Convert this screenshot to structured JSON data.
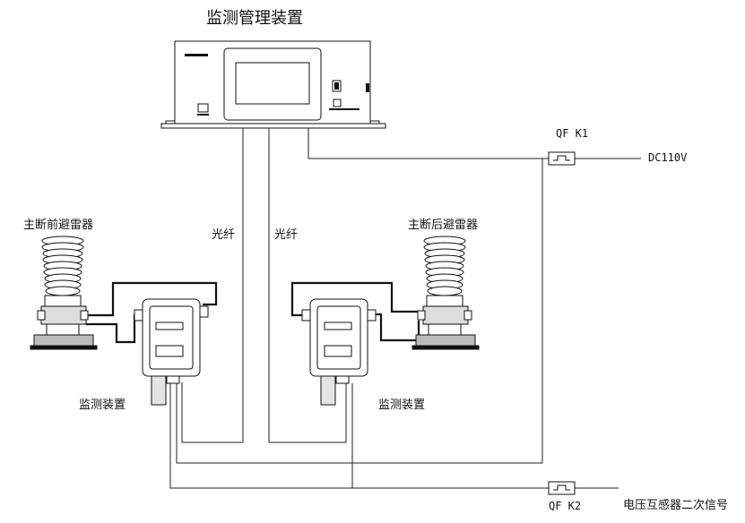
{
  "title": "监测管理装置",
  "labels": {
    "fiber_left": "光纤",
    "fiber_right": "光纤",
    "arrester_front": "主断前避雷器",
    "arrester_rear": "主断后避雷器",
    "monitor_left": "监测装置",
    "monitor_right": "监测装置",
    "qf_k1": "QF K1",
    "qf_k2": "QF K2",
    "dc_supply": "DC110V",
    "pt_signal": "电压互感器二次信号"
  }
}
